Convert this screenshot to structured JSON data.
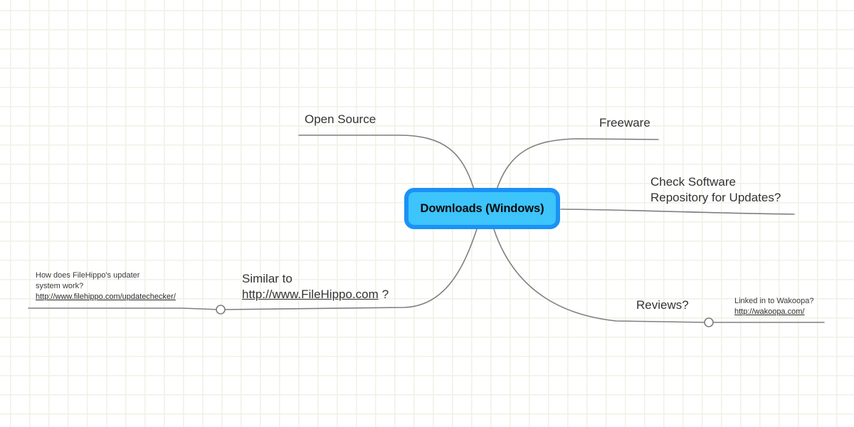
{
  "document": {
    "type": "mind-map",
    "background": "#ffffff",
    "grid_color": "#eef2e6"
  },
  "central": {
    "label": "Downloads (Windows)",
    "fill_color": "#3cc4fb",
    "border_color": "#1b92f5",
    "text_color": "#0a0a0a"
  },
  "branches": {
    "stroke_color": "#7f7f7f",
    "open_source": {
      "label": "Open Source"
    },
    "freeware": {
      "label": "Freeware"
    },
    "check_repository": {
      "line1": "Check Software",
      "line2": "Repository for Updates?"
    },
    "similar_to": {
      "line1": "Similar to",
      "link": "http://www.FileHippo.com",
      "suffix": "?"
    },
    "filehippo_updater": {
      "line1": "How does FileHippo's updater",
      "line2": "system work?",
      "link": "http://www.filehippo.com/updatechecker/"
    },
    "reviews": {
      "label": "Reviews?"
    },
    "wakoopa": {
      "line1": "Linked in to Wakoopa?",
      "link": "http://wakoopa.com/"
    }
  }
}
